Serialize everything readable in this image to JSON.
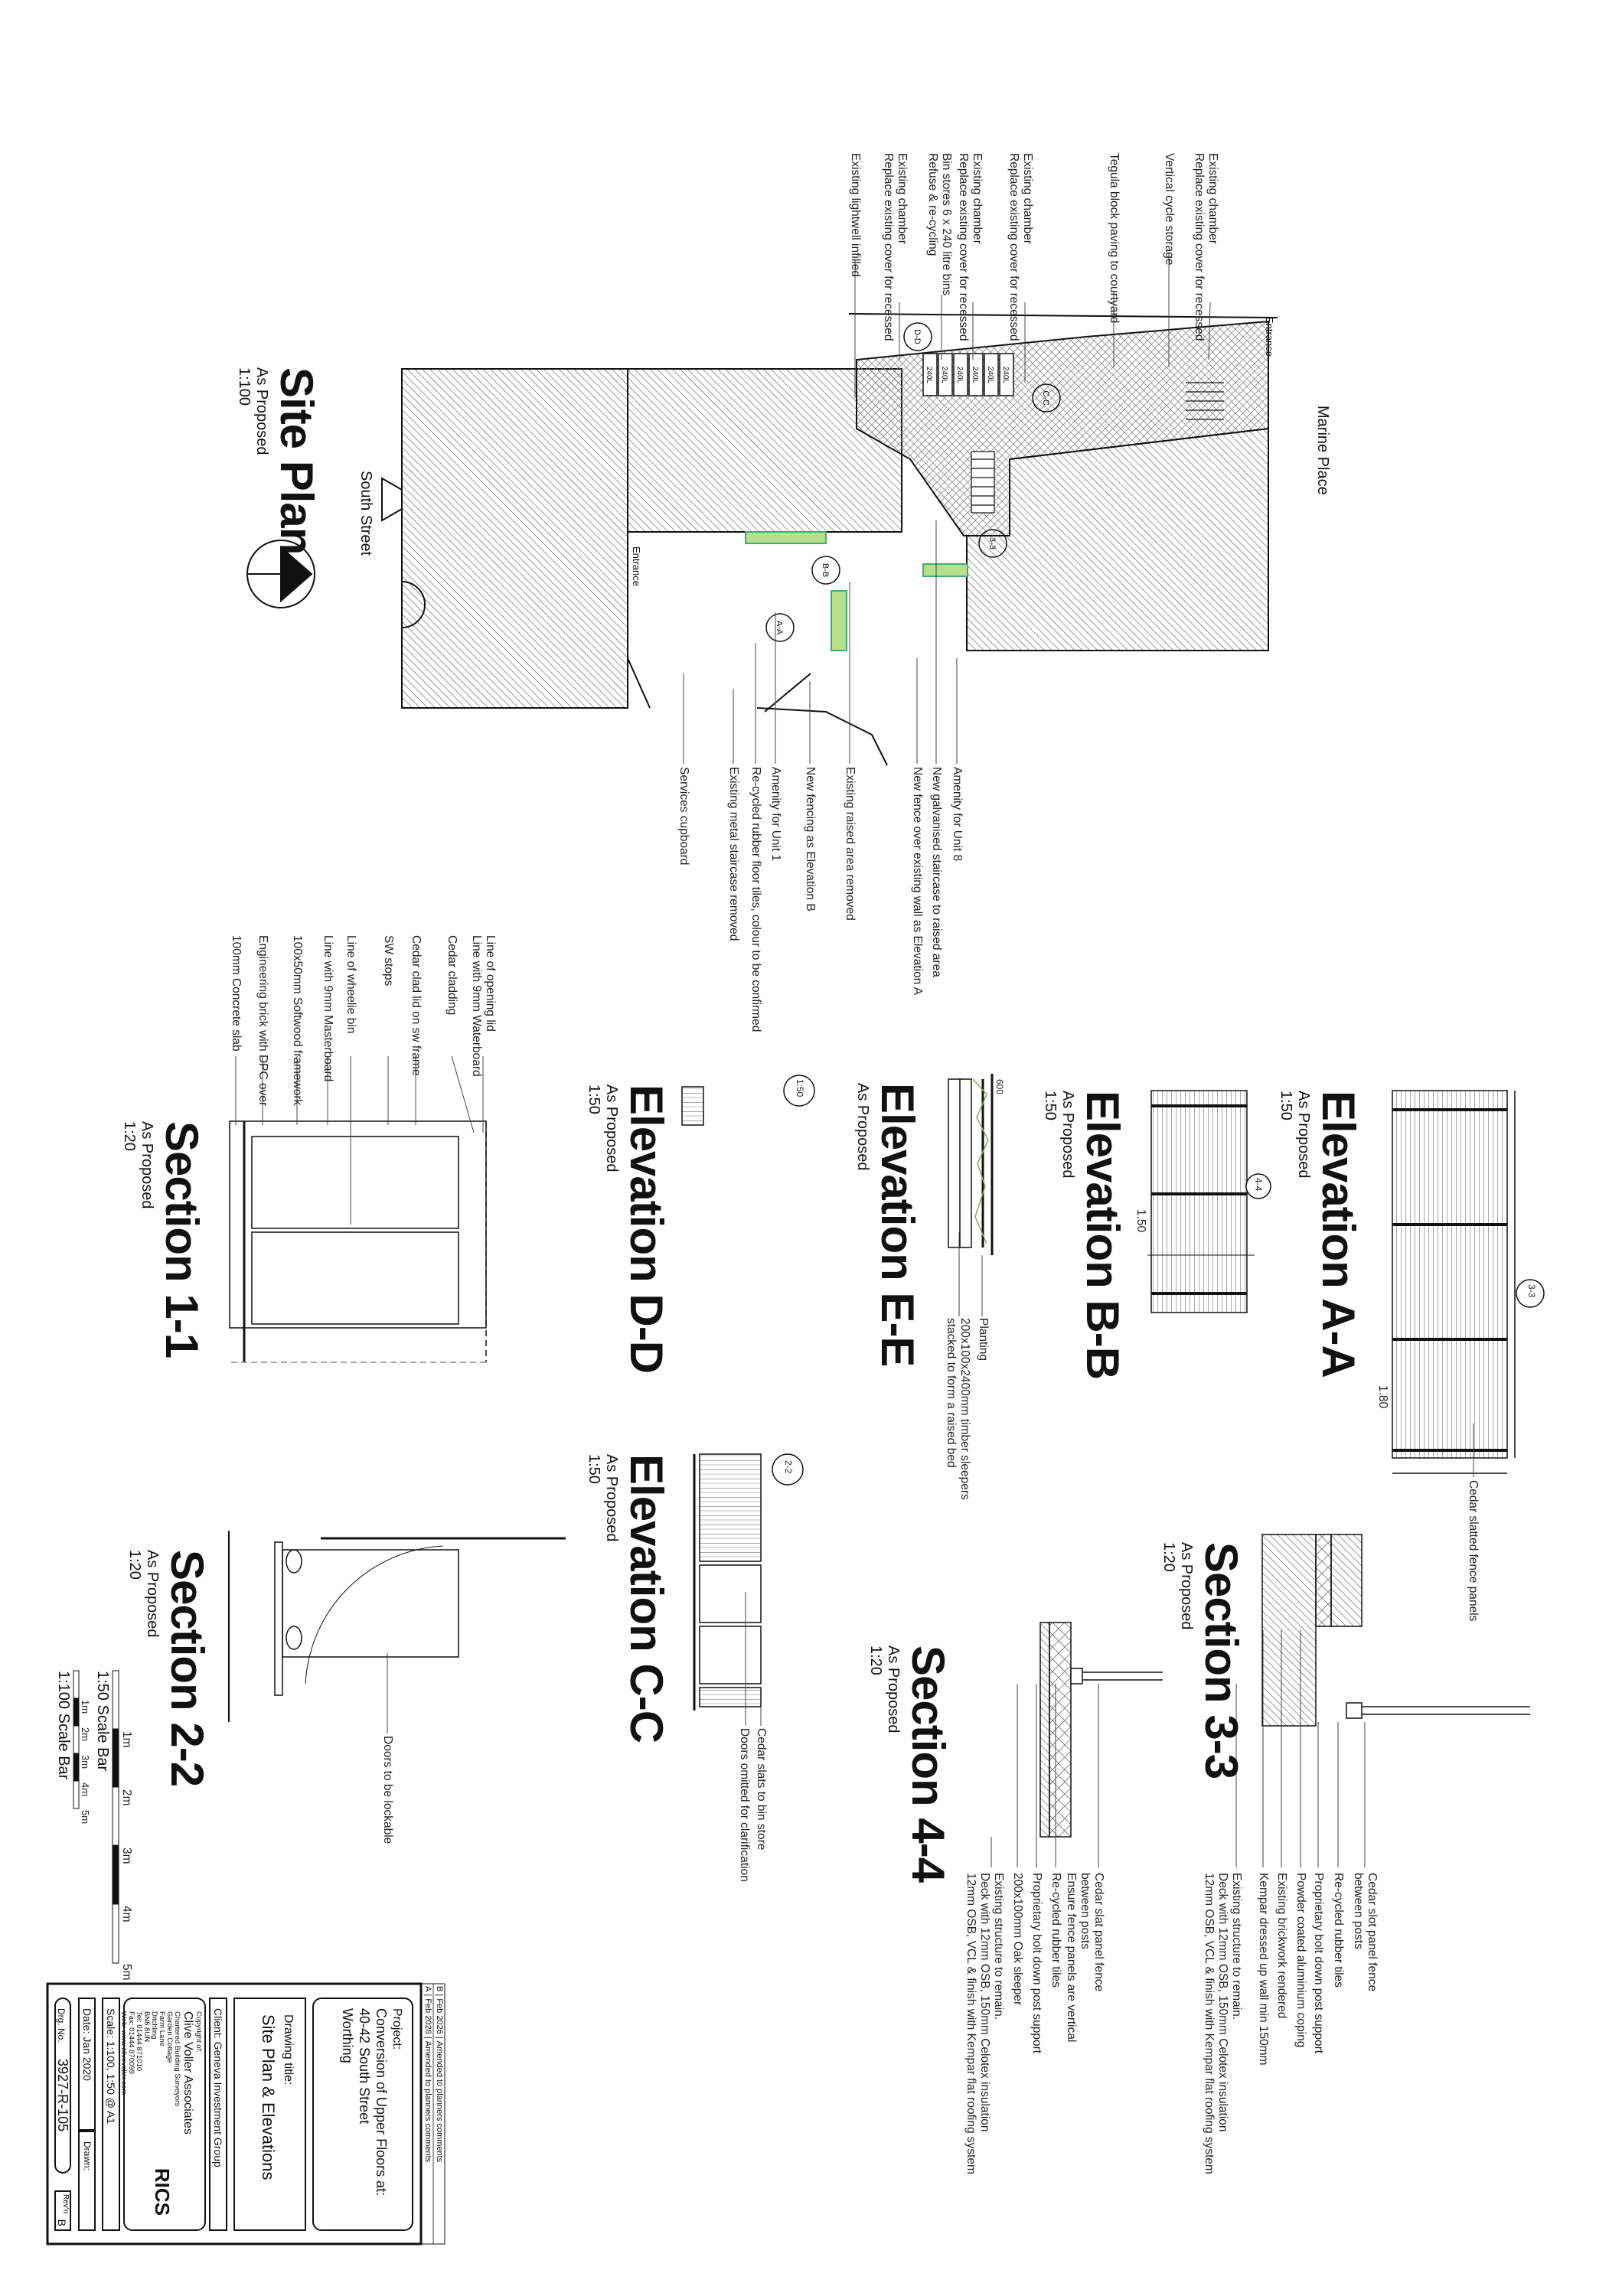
{
  "site_plan": {
    "title": "Site Plan",
    "subtitle": "As Proposed",
    "scale": "1:100",
    "street": "South Street",
    "marine": "Marine Place",
    "entrance_top": "Entrance",
    "entrance_bottom": "Entrance",
    "bin_label": "240L",
    "markers": [
      "D-D",
      "C-C",
      "3-3",
      "B-B",
      "A-A"
    ],
    "notes_top": [
      [
        "Existing chamber",
        "Replace existing cover for recessed"
      ],
      [
        "Vertical cycle storage"
      ],
      [
        "Tegula block paving to courtyard"
      ],
      [
        "Existing chamber",
        "Replace existing cover for recessed"
      ],
      [
        "Existing chamber",
        "Replace existing cover for recessed"
      ],
      [
        "Bin stores 6 x 240 litre bins",
        "Refuse & re-cycling"
      ],
      [
        "Existing chamber",
        "Replace existing cover for recessed"
      ],
      [
        "Existing lightwell infilled"
      ]
    ],
    "notes_bottom": [
      "Amenity for Unit 8",
      "New galvanised staircase to raised area",
      "New fence over existing wall as Elevation A",
      "Existing raised area removed",
      "New fencing as Elevation B",
      "Amenity for Unit 1",
      "Re-cycled rubber floor tiles, colour to be confirmed",
      "Existing metal staircase removed",
      "Services cupboard"
    ]
  },
  "elevation_aa": {
    "title": "Elevation A-A",
    "subtitle": "As Proposed",
    "scale": "1:50",
    "dimension": "1.80",
    "marker": "3-3",
    "note": "Cedar slatted fence panels"
  },
  "elevation_bb": {
    "title": "Elevation B-B",
    "subtitle": "As Proposed",
    "scale": "1:50",
    "dimension": "1.50",
    "marker": "4-4"
  },
  "elevation_ee": {
    "title": "Elevation E-E",
    "subtitle": "As Proposed",
    "dimension": "600",
    "marker": "1:50",
    "notes": [
      "Planting",
      "200x100x2400mm timber sleepers",
      "stacked to form a raised bed"
    ]
  },
  "elevation_dd": {
    "title": "Elevation D-D",
    "subtitle": "As Proposed",
    "scale": "1:50"
  },
  "elevation_cc": {
    "title": "Elevation C-C",
    "subtitle": "As Proposed",
    "scale": "1:50",
    "marker": "2-2",
    "notes": [
      "Cedar slats to bin store",
      "Doors omitted for clarification"
    ]
  },
  "section_11": {
    "title": "Section 1-1",
    "subtitle": "As Proposed",
    "scale": "1:20",
    "notes": [
      [
        "Line of opening lid",
        "Line with 9mm Waterboard"
      ],
      [
        "Cedar cladding"
      ],
      [
        "Cedar clad lid on sw frame"
      ],
      [
        "SW stops"
      ],
      [
        "Line of wheelie bin"
      ],
      [
        "Line with 9mm Masterboard"
      ],
      [
        "100x50mm Softwood framework"
      ],
      [
        "Engineering brick with DPC over"
      ],
      [
        "100mm Concrete slab"
      ]
    ]
  },
  "section_22": {
    "title": "Section 2-2",
    "subtitle": "As Proposed",
    "scale": "1:20",
    "note": "Doors to be lockable"
  },
  "section_33": {
    "title": "Section 3-3",
    "subtitle": "As Proposed",
    "scale": "1:20",
    "notes": [
      [
        "Cedar slot panel fence",
        "between posts"
      ],
      [
        "Re-cycled rubber tiles"
      ],
      [
        "Proprietary bolt down post support"
      ],
      [
        "Powder coated aluminium coping"
      ],
      [
        "Existing brickwork rendered"
      ],
      [
        "Kempar dressed up wall min 150mm"
      ],
      [
        "Existing structure to remain.",
        "Deck with 12mm OSB, 150mm Celotex insulation",
        "12mm OSB, VCL & finish with Kempar flat roofing system"
      ]
    ]
  },
  "section_44": {
    "title": "Section 4-4",
    "subtitle": "As Proposed",
    "scale": "1:20",
    "notes": [
      [
        "Cedar slat panel fence",
        "between posts",
        "Ensure fence panels are vertical"
      ],
      [
        "Re-cycled rubber tiles"
      ],
      [
        "Proprietary bolt down post support"
      ],
      [
        "200x100mm Oak sleeper"
      ],
      [
        "Existing structure to remain.",
        "Deck with 12mm OSB, 150mm Celotex insulation",
        "12mm OSB, VCL & finish with Kempar flat roofing system"
      ]
    ]
  },
  "scale_bars": {
    "bar_50": {
      "label": "1:50 Scale Bar",
      "ticks": [
        "1m",
        "2m",
        "3m",
        "4m",
        "5m"
      ]
    },
    "bar_100": {
      "label": "1:100 Scale Bar",
      "ticks": [
        "1m",
        "2m",
        "3m",
        "4m",
        "5m"
      ]
    }
  },
  "revisions": [
    {
      "rev": "B",
      "date": "Feb 2026",
      "description": "Amended to planners comments"
    },
    {
      "rev": "A",
      "date": "Feb 2026",
      "description": "Amended to planners comments"
    }
  ],
  "title_block": {
    "project_label": "Project:",
    "project": [
      "Conversion of Upper Floors at:",
      "40-42 South Street",
      "Worthing"
    ],
    "drawing_title_label": "Drawing title:",
    "drawing_title": "Site Plan & Elevations",
    "client_label": "Client:",
    "client": "Geneva Investment Group",
    "copyright_label": "Copyright of:",
    "company": "Clive Voller Associates",
    "address": [
      "Chartered Building Surveyors",
      "Garden Cottage",
      "Farm Lane",
      "Ditchling",
      "BN6 8UN"
    ],
    "tel": "Tel:   01444 871010",
    "fax": "Fax:  01444 870099",
    "web": "Web: www.clivevoller.com",
    "logo_text": "RICS",
    "scale_label": "Scale:",
    "scale": "1:100, 1:50 @ A1",
    "date_label": "Date:",
    "date": "Jan 2020",
    "drawn_label": "Drawn:",
    "drg_label": "Drg. No.",
    "drg_no": "3927-R-105",
    "rev_label": "Rev'n",
    "rev": "B"
  },
  "colors": {
    "line": "#111111",
    "hatch": "#555555",
    "planting": "#7ab648"
  }
}
